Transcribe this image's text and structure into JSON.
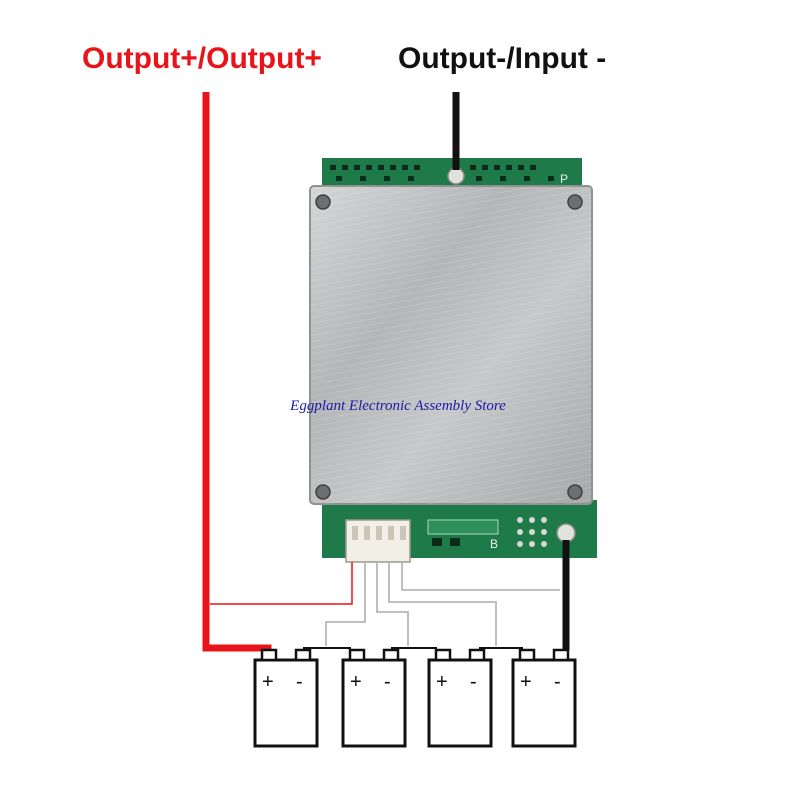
{
  "labels": {
    "positive_output": "Output+/Output+",
    "negative_output": "Output-/Input -"
  },
  "watermark": "Eggplant Electronic Assembly Store",
  "battery_cells": [
    {
      "plus": "+",
      "minus": "-"
    },
    {
      "plus": "+",
      "minus": "-"
    },
    {
      "plus": "+",
      "minus": "-"
    },
    {
      "plus": "+",
      "minus": "-"
    }
  ],
  "board_marks": {
    "pad_top": "P",
    "pad_bottom": "B"
  },
  "colors": {
    "positive_wire": "#e8141a",
    "negative_wire": "#111111",
    "balance_wire": "#c8c8c8",
    "pcb": "#1f7a4a",
    "heatsink": "#b9bbbd",
    "watermark": "#1a1aa8"
  }
}
